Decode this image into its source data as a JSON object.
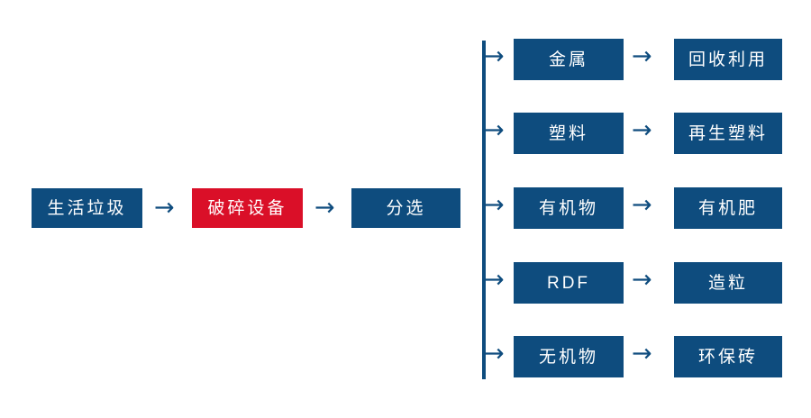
{
  "diagram": {
    "background_color": "#FFFFFF",
    "accent_blue": "#0E4C7E",
    "accent_red": "#DA0F28",
    "arrow_glyph": "→",
    "main_flow": [
      {
        "label": "生活垃圾",
        "color": "#0E4C7E",
        "name": "municipal-solid-waste"
      },
      {
        "label": "破碎设备",
        "color": "#DA0F28",
        "name": "crushing-equipment"
      },
      {
        "label": "分选",
        "color": "#0E4C7E",
        "name": "sorting"
      }
    ],
    "branches": [
      {
        "material": "金属",
        "product": "回收利用"
      },
      {
        "material": "塑料",
        "product": "再生塑料"
      },
      {
        "material": "有机物",
        "product": "有机肥"
      },
      {
        "material": "RDF",
        "product": "造粒"
      },
      {
        "material": "无机物",
        "product": "环保砖"
      }
    ]
  }
}
